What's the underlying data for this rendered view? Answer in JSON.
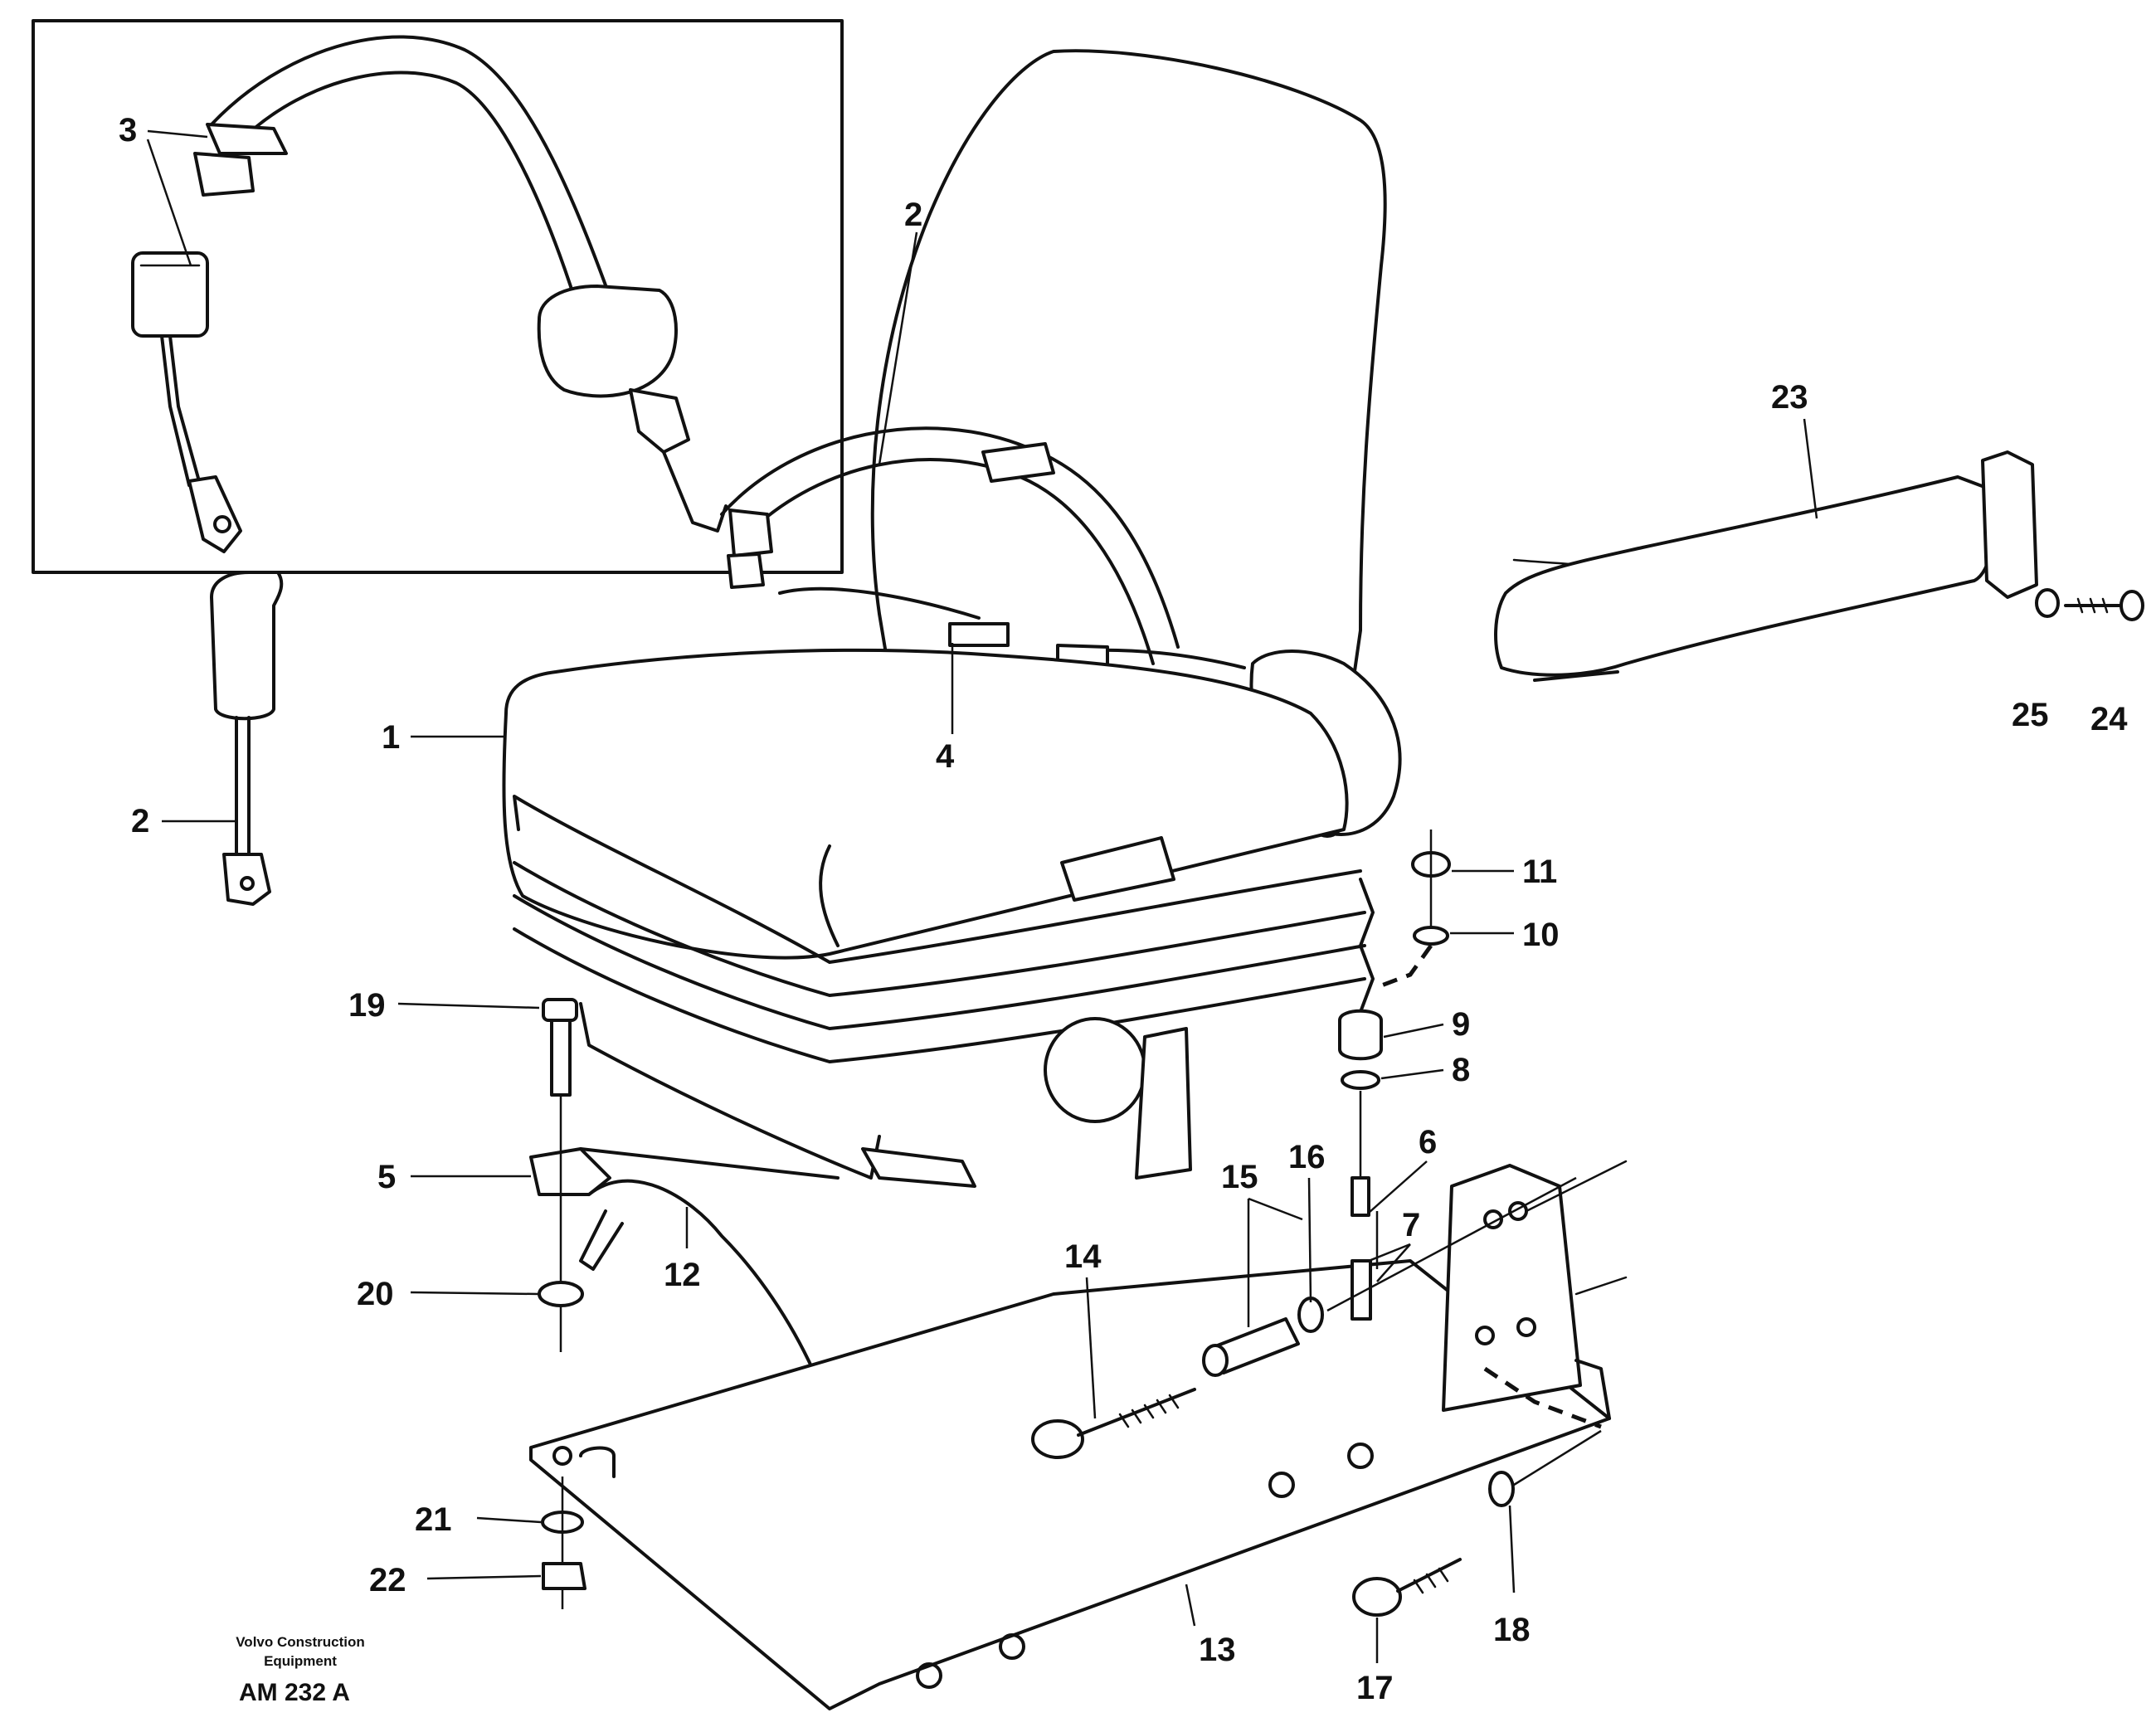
{
  "callouts": {
    "c1": "1",
    "c2_belt": "2",
    "c2_buckle": "2",
    "c3": "3",
    "c4": "4",
    "c5": "5",
    "c6": "6",
    "c7": "7",
    "c8": "8",
    "c9": "9",
    "c10": "10",
    "c11": "11",
    "c12": "12",
    "c13": "13",
    "c14": "14",
    "c15": "15",
    "c16": "16",
    "c17": "17",
    "c18": "18",
    "c19": "19",
    "c20": "20",
    "c21": "21",
    "c22": "22",
    "c23": "23",
    "c24": "24",
    "c25": "25"
  },
  "credit": {
    "line1": "Volvo Construction",
    "line2": "Equipment",
    "code": "AM 232 A"
  }
}
